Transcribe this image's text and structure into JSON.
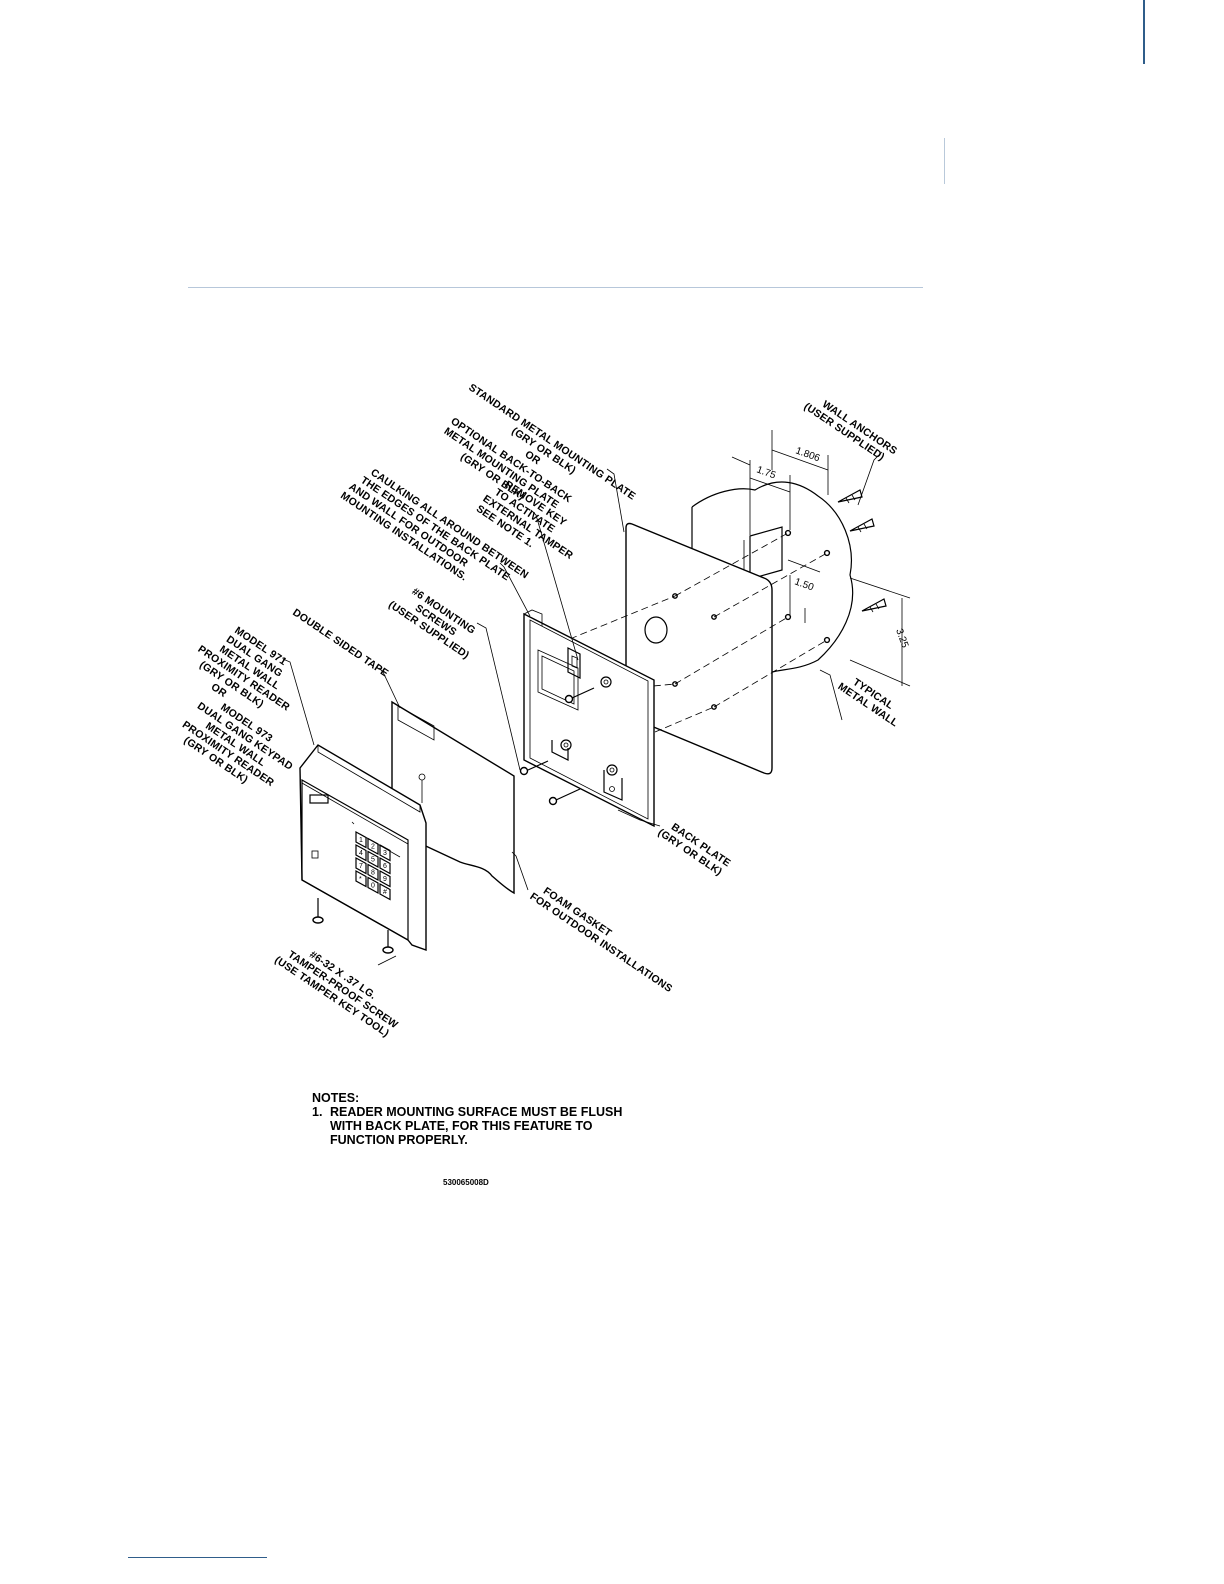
{
  "diagram": {
    "labels": {
      "standard_plate": [
        "STANDARD METAL MOUNTING PLATE",
        "(GRY OR BLK)",
        "OR",
        "OPTIONAL BACK-TO-BACK",
        "METAL MOUNTING PLATE",
        "(GRY OR BLK)"
      ],
      "remove_key": [
        "REMOVE KEY",
        "TO ACTIVATE",
        "EXTERNAL TAMPER",
        "SEE NOTE 1."
      ],
      "caulking": [
        "CAULKING ALL AROUND BETWEEN",
        "THE EDGES OF THE BACK PLATE",
        "AND WALL FOR OUTDOOR",
        "MOUNTING INSTALLATIONS."
      ],
      "mounting_screws": [
        "#6 MOUNTING",
        "SCREWS",
        "(USER SUPPLIED)"
      ],
      "double_sided_tape": [
        "DOUBLE SIDED TAPE"
      ],
      "model_971": [
        "MODEL 971",
        "DUAL GANG",
        "METAL WALL",
        "PROXIMITY READER",
        "(GRY OR BLK)",
        "OR"
      ],
      "model_973": [
        "MODEL 973",
        "DUAL GANG KEYPAD",
        "METAL WALL",
        "PROXIMITY READER",
        "(GRY OR BLK)"
      ],
      "wall_anchors": [
        "WALL ANCHORS",
        "(USER SUPPLIED)"
      ],
      "typical_wall": [
        "TYPICAL",
        "METAL WALL"
      ],
      "back_plate": [
        "BACK PLATE",
        "(GRY OR BLK)"
      ],
      "foam_gasket": [
        "FOAM GASKET",
        "FOR OUTDOOR INSTALLATIONS"
      ],
      "tamper_screw": [
        "#6-32 X .37 LG.",
        "TAMPER-PROOF SCREW",
        "(USE TAMPER KEY TOOL)"
      ]
    },
    "dimensions": {
      "d1": "1.806",
      "d2": "1.75",
      "d3": "1.50",
      "d4": "3.25"
    },
    "keypad_keys": [
      "1",
      "2",
      "3",
      "4",
      "5",
      "6",
      "7",
      "8",
      "9",
      "*",
      "0",
      "#"
    ]
  },
  "notes": {
    "title": "NOTES:",
    "items": [
      {
        "number": "1.",
        "lines": [
          "READER MOUNTING SURFACE MUST BE FLUSH",
          "WITH BACK PLATE, FOR THIS FEATURE TO",
          "FUNCTION PROPERLY."
        ]
      }
    ]
  },
  "drawing_number": "530065008D"
}
